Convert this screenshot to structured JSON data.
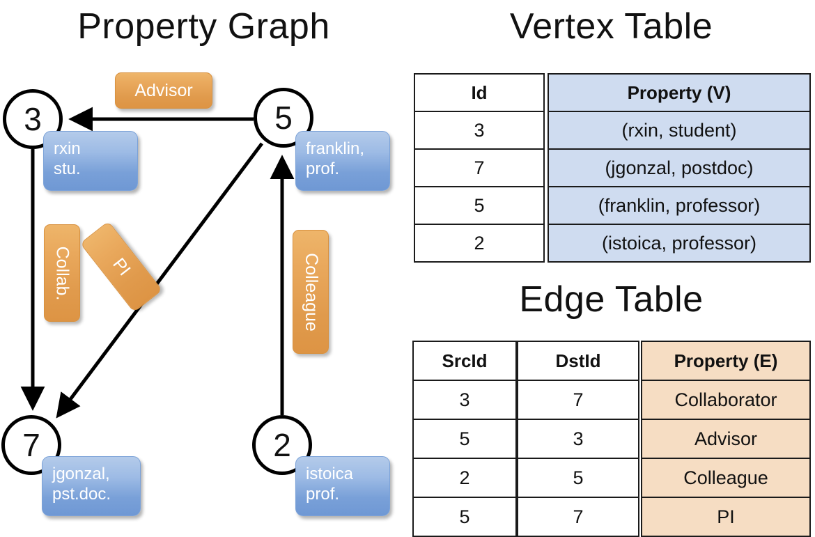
{
  "titles": {
    "property_graph": "Property Graph",
    "vertex_table": "Vertex Table",
    "edge_table": "Edge Table"
  },
  "colors": {
    "vertex_property_fill": "#cfdcf0",
    "edge_property_fill": "#f6ddc3",
    "node_box_blue": "#79a0d8",
    "edge_label_orange": "#e9a85c",
    "stroke": "#000000"
  },
  "graph": {
    "nodes": [
      {
        "id": "3",
        "property": "rxin\nstu.",
        "property_line1": "rxin",
        "property_line2": "stu."
      },
      {
        "id": "5",
        "property": "franklin, prof.",
        "property_line1": "franklin,",
        "property_line2": "prof."
      },
      {
        "id": "7",
        "property": "jgonzal, pst.doc.",
        "property_line1": "jgonzal,",
        "property_line2": "pst.doc."
      },
      {
        "id": "2",
        "property": "istoica prof.",
        "property_line1": "istoica",
        "property_line2": "prof."
      }
    ],
    "edge_labels": [
      {
        "name": "advisor",
        "text": "Advisor",
        "from": "5",
        "to": "3"
      },
      {
        "name": "collaborator",
        "text": "Collab.",
        "from": "3",
        "to": "7"
      },
      {
        "name": "pi",
        "text": "PI",
        "from": "5",
        "to": "7"
      },
      {
        "name": "colleague",
        "text": "Colleague",
        "from": "2",
        "to": "5"
      }
    ]
  },
  "vertex_table": {
    "headers": {
      "id": "Id",
      "property": "Property (V)"
    },
    "rows": [
      {
        "id": "3",
        "property": "(rxin, student)"
      },
      {
        "id": "7",
        "property": "(jgonzal, postdoc)"
      },
      {
        "id": "5",
        "property": "(franklin, professor)"
      },
      {
        "id": "2",
        "property": "(istoica, professor)"
      }
    ]
  },
  "edge_table": {
    "headers": {
      "src": "SrcId",
      "dst": "DstId",
      "property": "Property (E)"
    },
    "rows": [
      {
        "src": "3",
        "dst": "7",
        "property": "Collaborator"
      },
      {
        "src": "5",
        "dst": "3",
        "property": "Advisor"
      },
      {
        "src": "2",
        "dst": "5",
        "property": "Colleague"
      },
      {
        "src": "5",
        "dst": "7",
        "property": "PI"
      }
    ]
  }
}
